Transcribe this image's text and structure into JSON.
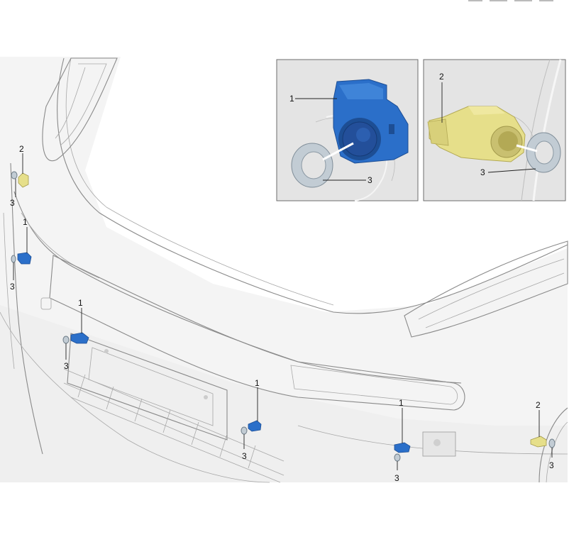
{
  "callouts": {
    "inset_left_sensor": "1",
    "inset_left_ring": "3",
    "inset_right_sensor": "2",
    "inset_right_ring": "3",
    "main_1a": "1",
    "main_1b": "1",
    "main_1c": "1",
    "main_1d": "1",
    "main_2a": "2",
    "main_2b": "2",
    "main_3a": "3",
    "main_3b": "3",
    "main_3c": "3",
    "main_3d": "3",
    "main_3e": "3",
    "main_3f": "3"
  },
  "colors": {
    "sensor_blue": "#2b6fc9",
    "sensor_blue_dark": "#1d4e94",
    "sensor_yellow": "#e6df8a",
    "sensor_yellow_dark": "#b3a955",
    "ring": "#c2ccd4",
    "panel": "#e4e4e4",
    "body_fill": "#f3f3f3"
  },
  "icons": {
    "sensor_type_1": "parking-sensor-blue-icon",
    "sensor_type_2": "parking-sensor-yellow-icon",
    "ring_type_3": "sensor-ring-icon"
  }
}
